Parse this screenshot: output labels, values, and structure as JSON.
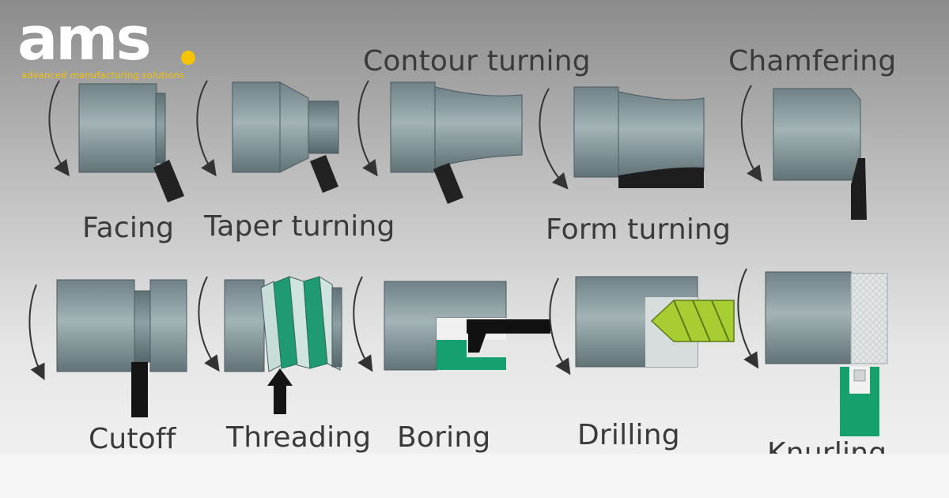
{
  "brand": {
    "logo_text": "ams",
    "tagline": "advanced manufacturing solutions",
    "accent_color": "#f5c400"
  },
  "labels": {
    "facing": "Facing",
    "taper_turning": "Taper turning",
    "contour_turning": "Contour turning",
    "form_turning": "Form turning",
    "chamfering": "Chamfering",
    "cutoff": "Cutoff",
    "threading": "Threading",
    "boring": "Boring",
    "drilling": "Drilling",
    "knurling": "Knurling"
  },
  "colors": {
    "workpiece": "#7f9296",
    "tool": "#222222",
    "thread_green": "#1f9a72",
    "drill_green": "#a8cd32",
    "knurl_tool": "#15a06c"
  }
}
